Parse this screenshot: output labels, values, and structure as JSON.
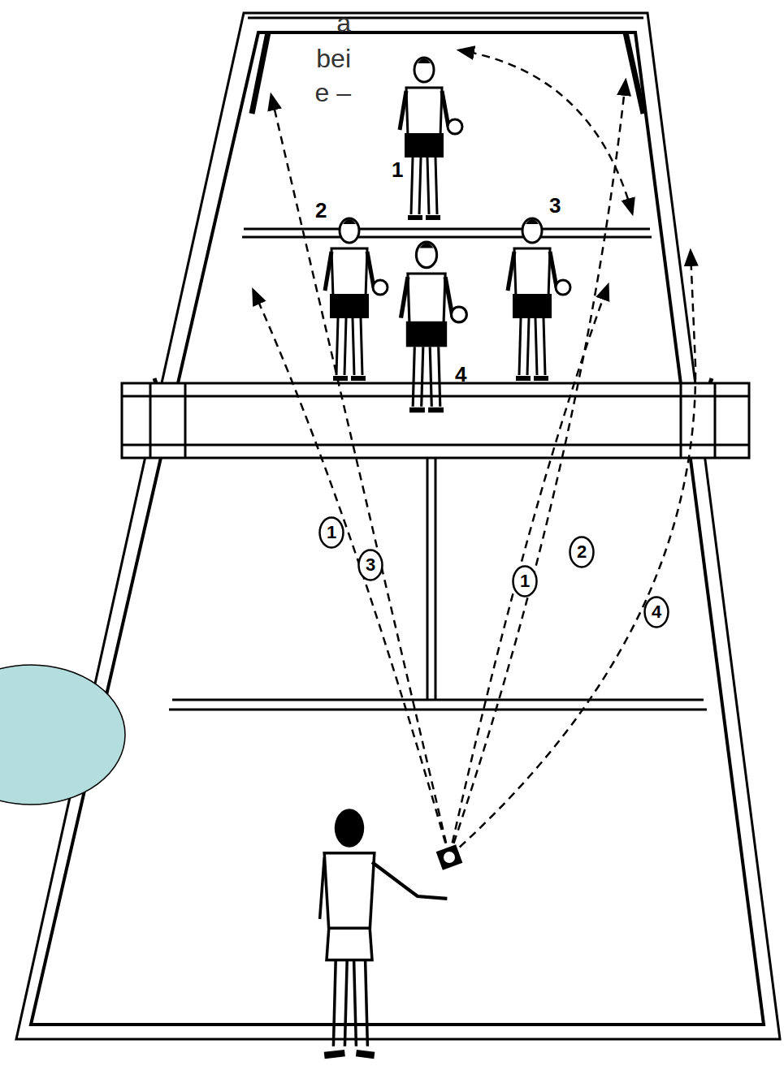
{
  "diagram": {
    "nodes": [
      {
        "text": [
          "1"
        ]
      },
      {
        "text": [
          "3"
        ]
      },
      {
        "text": [
          "2"
        ]
      },
      {
        "text": [
          "1"
        ]
      },
      {
        "text": [
          "4"
        ]
      }
    ],
    "labels": [
      "a",
      "bei",
      "e –",
      "1",
      "2",
      "3",
      "4"
    ]
  }
}
